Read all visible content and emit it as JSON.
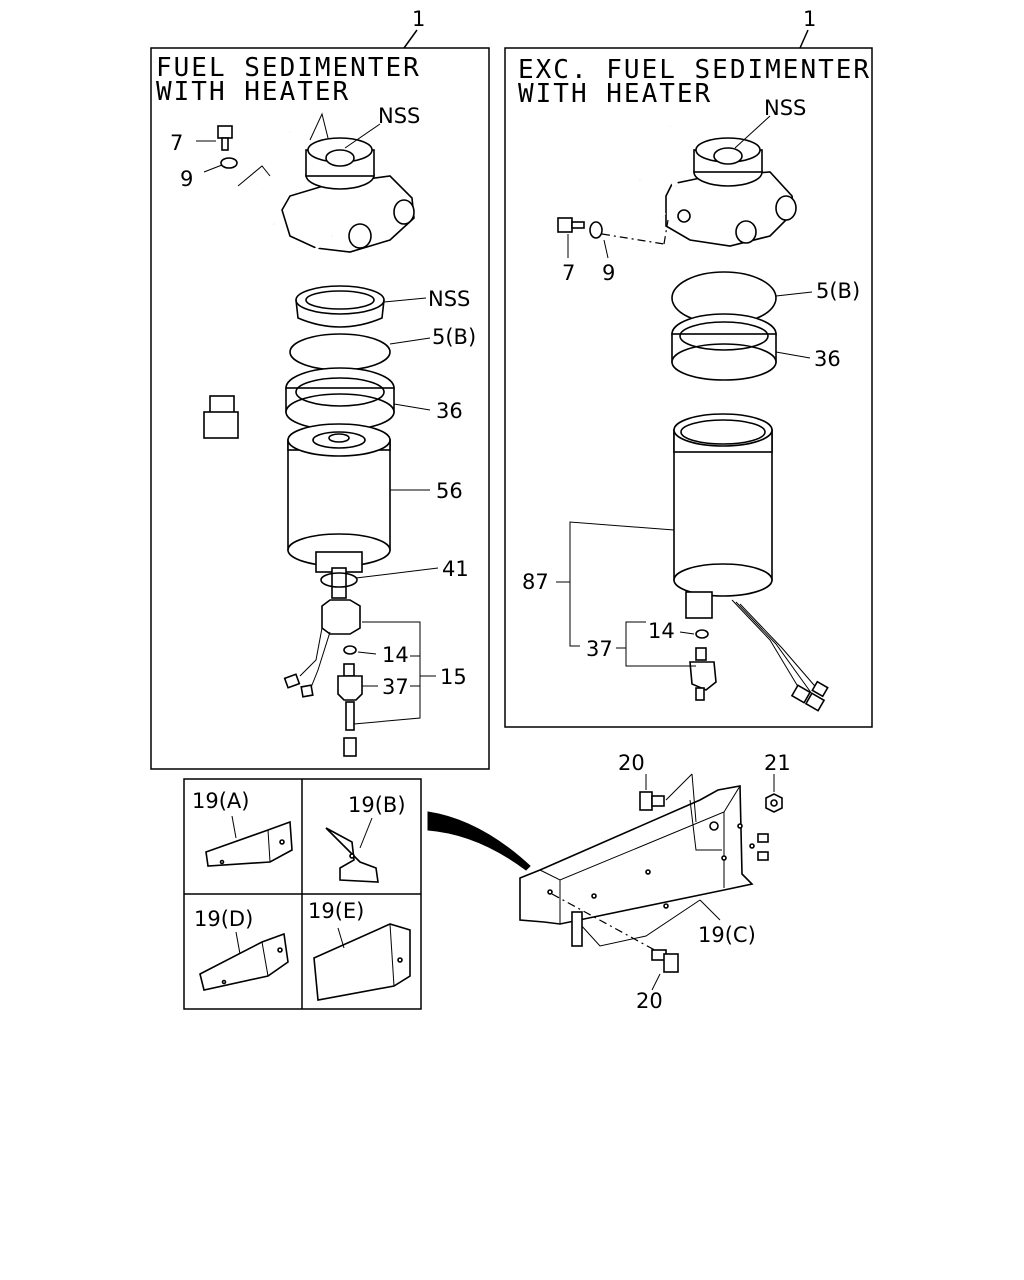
{
  "panel_left": {
    "title_line1": "FUEL SEDIMENTER",
    "title_line2": "WITH HEATER",
    "callout": "1",
    "labels": {
      "nss_head": "NSS",
      "nss_ring": "NSS",
      "oring": "5(B)",
      "nut": "36",
      "element": "56",
      "seal": "41",
      "washer": "14",
      "sensor": "37",
      "bracket_group": "15",
      "bolt": "7",
      "bolt_washer": "9"
    }
  },
  "panel_right": {
    "title_line1": "EXC. FUEL SEDIMENTER",
    "title_line2": "WITH HEATER",
    "callout": "1",
    "labels": {
      "nss_head": "NSS",
      "oring": "5(B)",
      "nut": "36",
      "bowl": "87",
      "washer": "14",
      "sensor": "37",
      "bolt": "7",
      "bolt_washer": "9"
    }
  },
  "bracket_variants": [
    {
      "id": "19(A)"
    },
    {
      "id": "19(B)"
    },
    {
      "id": "19(D)"
    },
    {
      "id": "19(E)"
    }
  ],
  "bracket_main": {
    "label": "19(C)",
    "bolt_top": "20",
    "nut": "21",
    "bolt_bottom": "20"
  }
}
